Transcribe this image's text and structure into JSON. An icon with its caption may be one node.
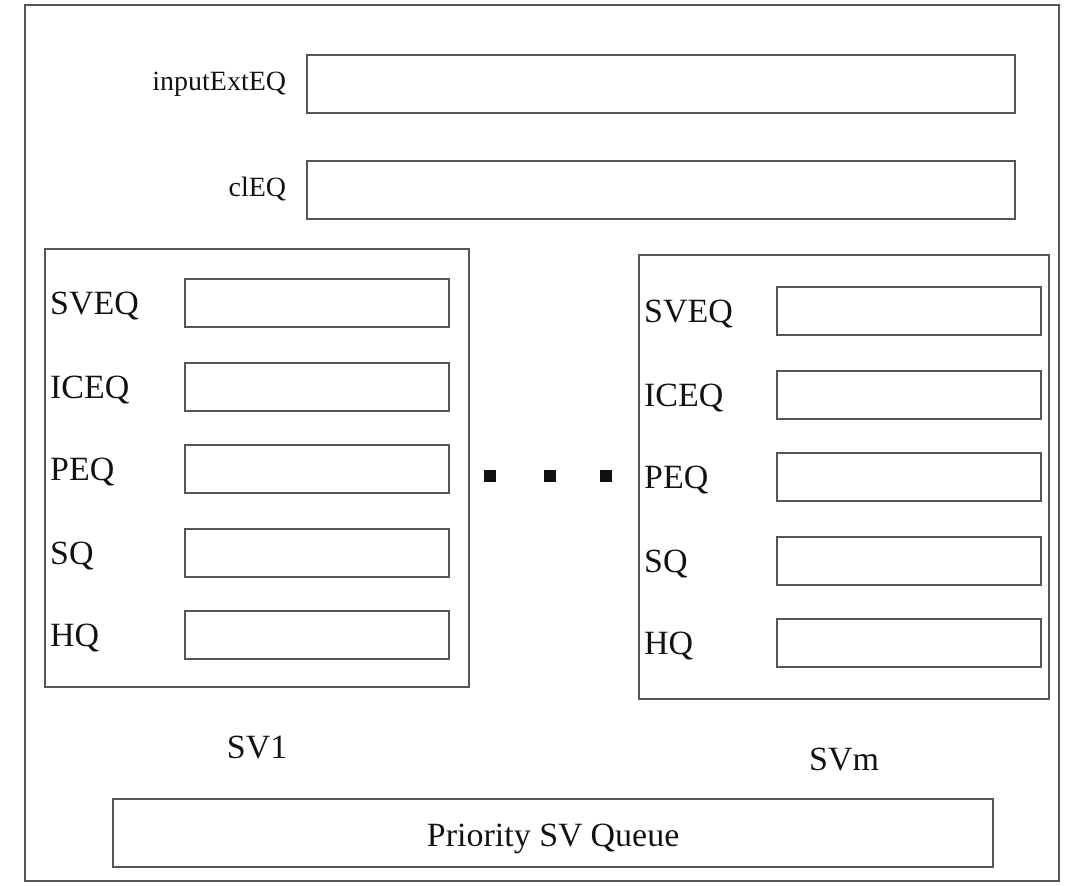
{
  "diagram": {
    "nodes": [
      {
        "text": [],
        "shape": "box"
      },
      {
        "text": [
          "inputExtEQ"
        ],
        "in": 0
      },
      {
        "text": [
          "clEQ"
        ],
        "in": 0
      },
      {
        "text": [
          "SV1"
        ],
        "in": 0
      },
      {
        "text": [
          "SVEQ"
        ],
        "in": 3
      },
      {
        "text": [
          "ICEQ"
        ],
        "in": 3
      },
      {
        "text": [
          "PEQ"
        ],
        "in": 3
      },
      {
        "text": [
          "SQ"
        ],
        "in": 3
      },
      {
        "text": [
          "HQ"
        ],
        "in": 3
      },
      {
        "text": [
          "SVm"
        ],
        "in": 0
      },
      {
        "text": [
          "SVEQ"
        ],
        "in": 9
      },
      {
        "text": [
          "ICEQ"
        ],
        "in": 9
      },
      {
        "text": [
          "PEQ"
        ],
        "in": 9
      },
      {
        "text": [
          "SQ"
        ],
        "in": 9
      },
      {
        "text": [
          "HQ"
        ],
        "in": 9
      },
      {
        "text": [
          "Priority SV Queue"
        ],
        "in": 0
      }
    ],
    "edges": []
  }
}
